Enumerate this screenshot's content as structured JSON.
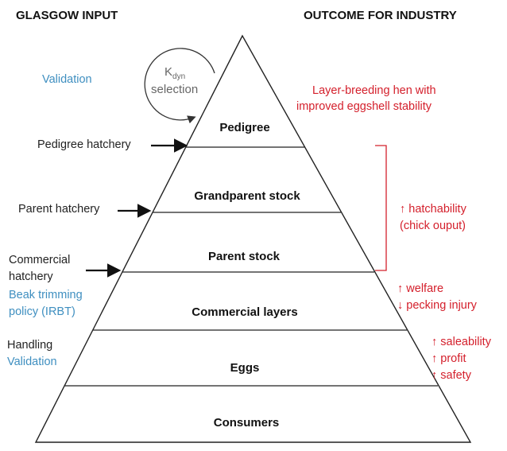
{
  "headers": {
    "left": "GLASGOW INPUT",
    "right": "OUTCOME FOR INDUSTRY"
  },
  "cycle": {
    "k": "K",
    "sub": "dyn",
    "label": "selection"
  },
  "levels": [
    "Pedigree",
    "Grandparent stock",
    "Parent stock",
    "Commercial layers",
    "Eggs",
    "Consumers"
  ],
  "inputs": {
    "validation1": "Validation",
    "pedigree_hatchery": "Pedigree hatchery",
    "parent_hatchery": "Parent hatchery",
    "commercial_hatchery_1": "Commercial",
    "commercial_hatchery_2": "hatchery",
    "beak_1": "Beak trimming",
    "beak_2": "policy (IRBT)",
    "handling": "Handling",
    "validation2": "Validation"
  },
  "outcomes": {
    "hen_1": "Layer-breeding hen with",
    "hen_2": "improved eggshell stability",
    "hatch_1": "↑ hatchability",
    "hatch_2": "(chick ouput)",
    "welfare": "↑ welfare",
    "pecking": "↓ pecking injury",
    "saleability": "↑ saleability",
    "profit": "↑ profit",
    "safety": "↑ safety"
  },
  "colors": {
    "blue": "#3f8fc0",
    "red": "#d4202c"
  }
}
